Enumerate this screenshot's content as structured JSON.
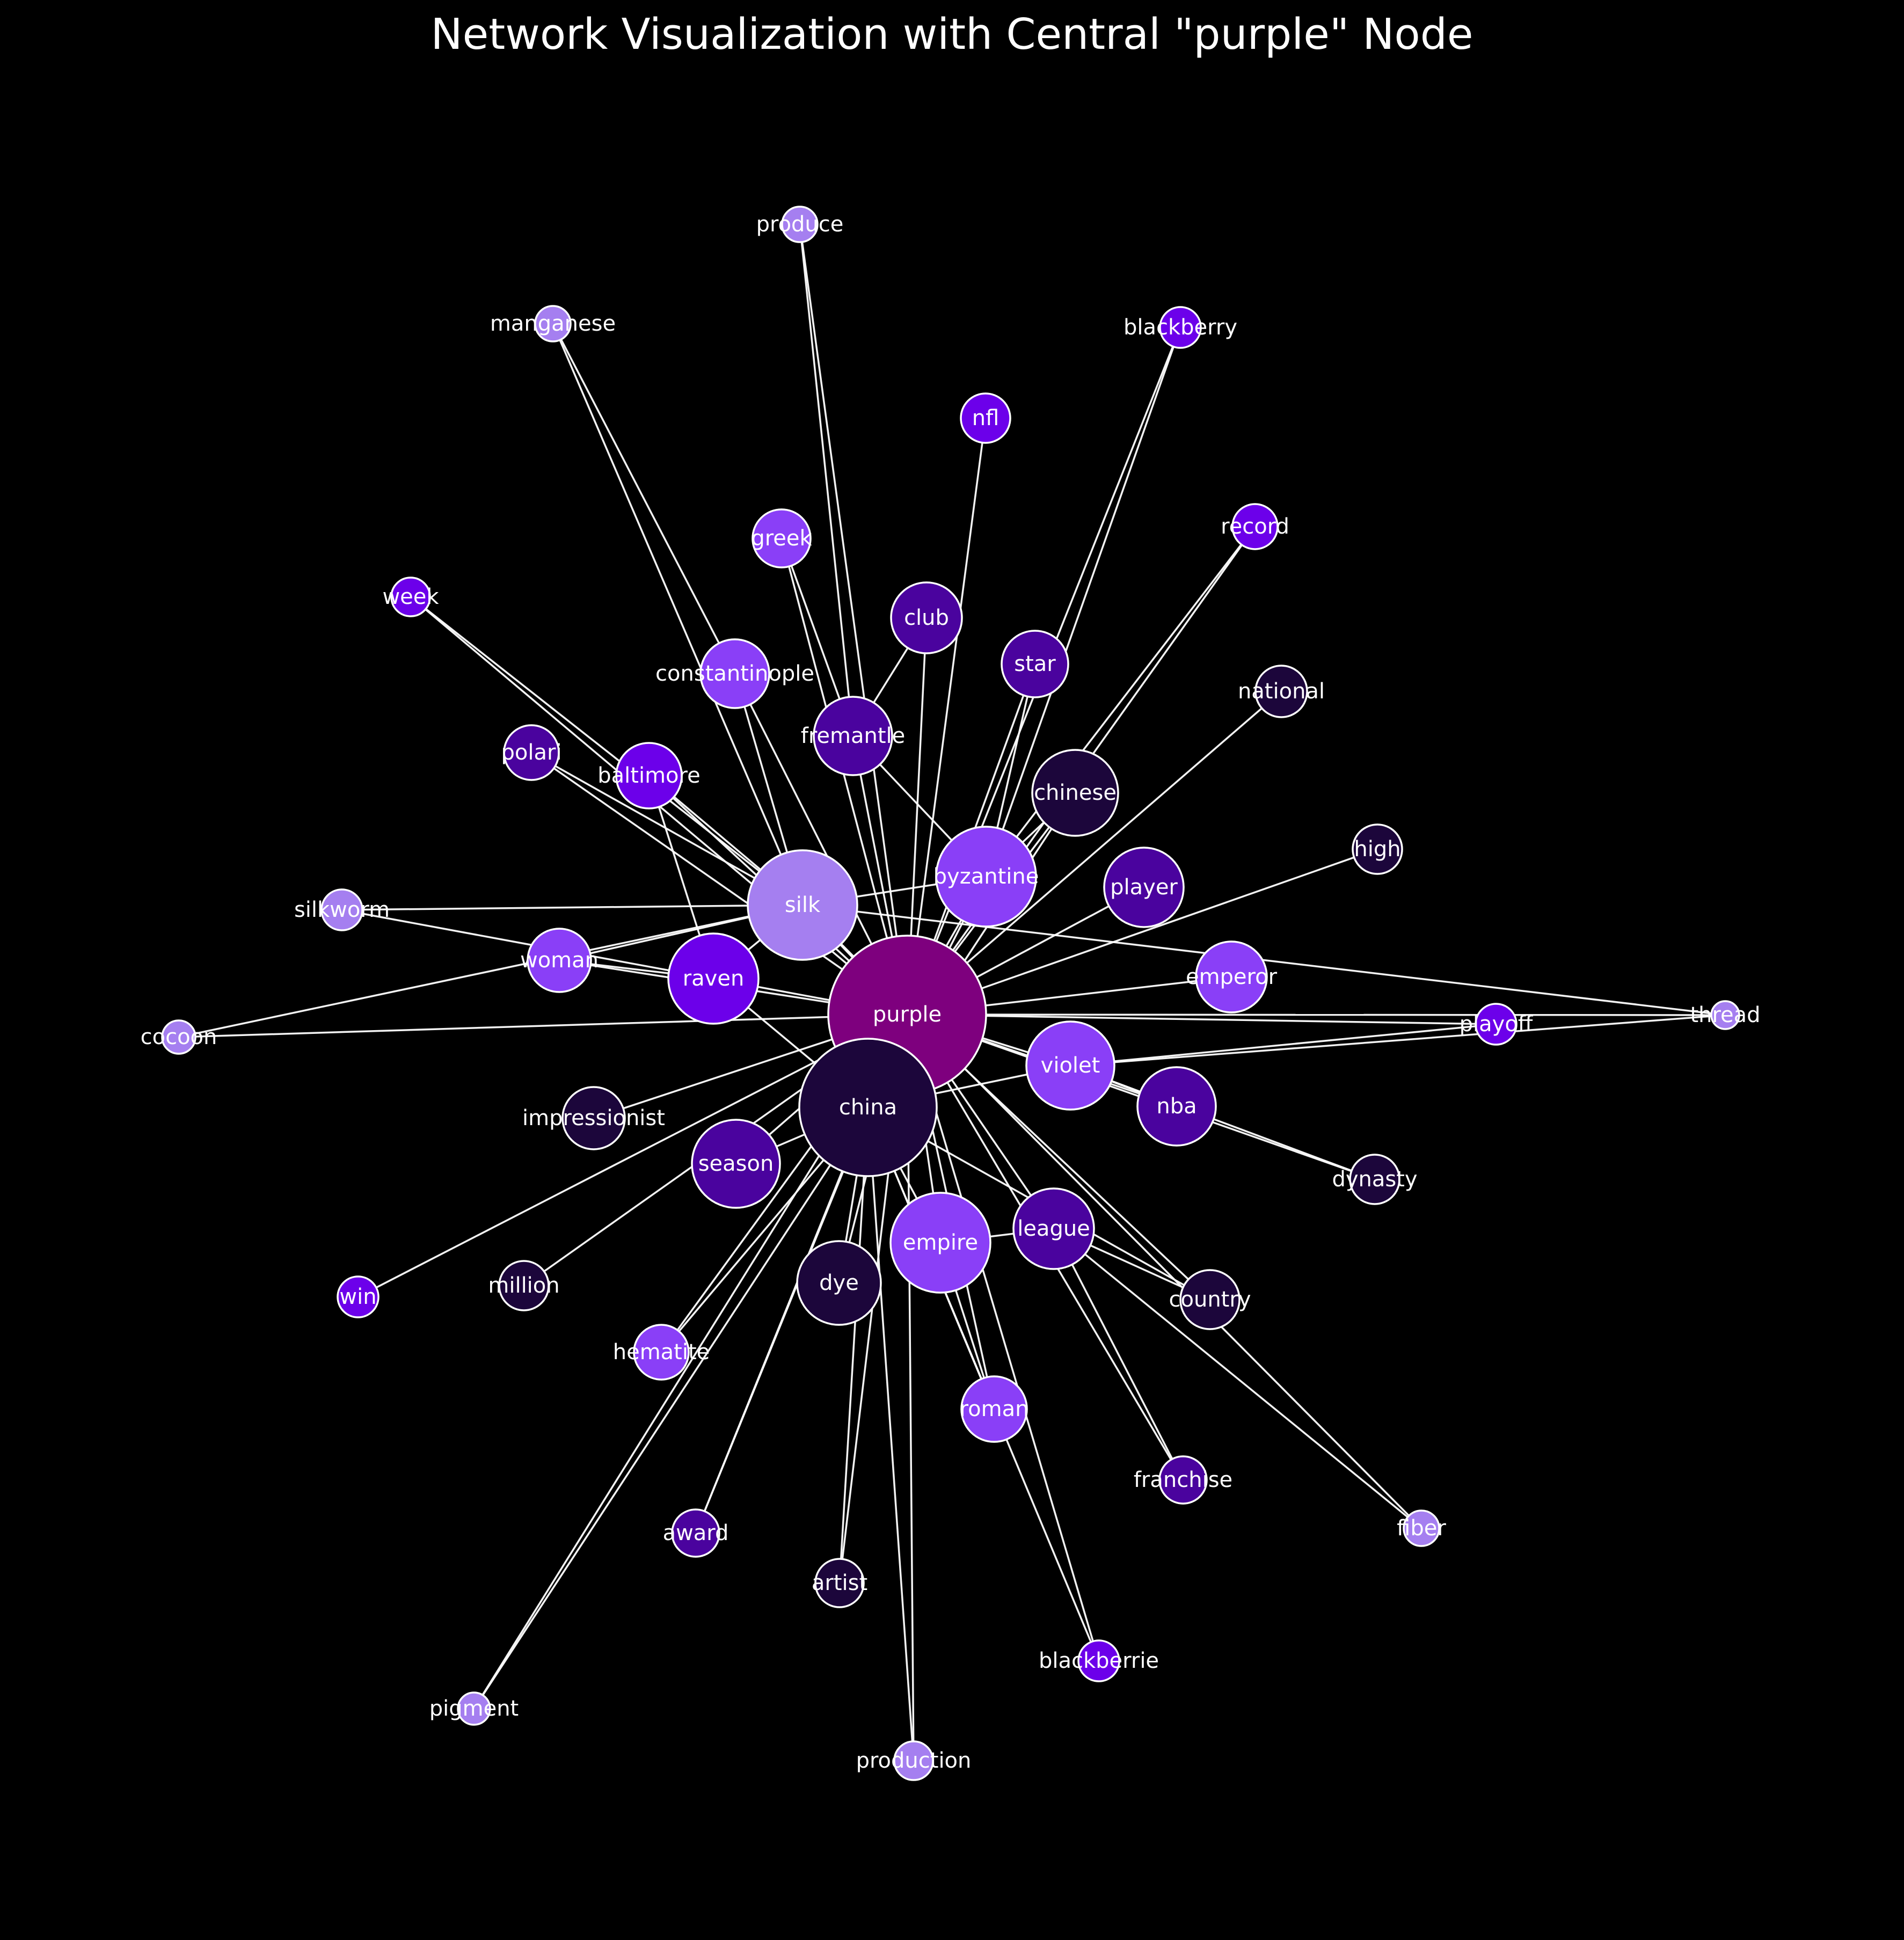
{
  "title": "Network Visualization with Central \"purple\" Node",
  "colors": {
    "background": "#000000",
    "edge": "#ffffff",
    "label": "#ffffff",
    "node_outline": "#ffffff"
  },
  "central_node": "purple",
  "nodes": [
    {
      "id": "purple",
      "color": "#7e007e"
    },
    {
      "id": "china",
      "color": "#1c063b"
    },
    {
      "id": "silk",
      "color": "#a57ff0"
    },
    {
      "id": "byzantine",
      "color": "#8a3ff7"
    },
    {
      "id": "empire",
      "color": "#8a3ff7"
    },
    {
      "id": "raven",
      "color": "#6c00ea"
    },
    {
      "id": "violet",
      "color": "#8a3ff7"
    },
    {
      "id": "chinese",
      "color": "#1c063b"
    },
    {
      "id": "season",
      "color": "#4a039e"
    },
    {
      "id": "league",
      "color": "#4a039e"
    },
    {
      "id": "dye",
      "color": "#1c063b"
    },
    {
      "id": "fremantle",
      "color": "#4a039e"
    },
    {
      "id": "player",
      "color": "#4a039e"
    },
    {
      "id": "nba",
      "color": "#4a039e"
    },
    {
      "id": "constantinople",
      "color": "#8a3ff7"
    },
    {
      "id": "club",
      "color": "#4a039e"
    },
    {
      "id": "baltimore",
      "color": "#6c00ea"
    },
    {
      "id": "emperor",
      "color": "#8a3ff7"
    },
    {
      "id": "star",
      "color": "#4a039e"
    },
    {
      "id": "woman",
      "color": "#8a3ff7"
    },
    {
      "id": "roman",
      "color": "#8a3ff7"
    },
    {
      "id": "greek",
      "color": "#8a3ff7"
    },
    {
      "id": "country",
      "color": "#1c063b"
    },
    {
      "id": "impressionist",
      "color": "#1c063b"
    },
    {
      "id": "national",
      "color": "#1c063b"
    },
    {
      "id": "polari",
      "color": "#4a039e"
    },
    {
      "id": "million",
      "color": "#1c063b"
    },
    {
      "id": "hematite",
      "color": "#8a3ff7"
    },
    {
      "id": "nfl",
      "color": "#6c00ea"
    },
    {
      "id": "artist",
      "color": "#1c063b"
    },
    {
      "id": "award",
      "color": "#4a039e"
    },
    {
      "id": "franchise",
      "color": "#4a039e"
    },
    {
      "id": "high",
      "color": "#1c063b"
    },
    {
      "id": "dynasty",
      "color": "#1c063b"
    },
    {
      "id": "playoff",
      "color": "#6c00ea"
    },
    {
      "id": "record",
      "color": "#6c00ea"
    },
    {
      "id": "blackberry",
      "color": "#6c00ea"
    },
    {
      "id": "blackberrie",
      "color": "#6c00ea"
    },
    {
      "id": "win",
      "color": "#6c00ea"
    },
    {
      "id": "week",
      "color": "#6c00ea"
    },
    {
      "id": "silkworm",
      "color": "#a57ff0"
    },
    {
      "id": "manganese",
      "color": "#a57ff0"
    },
    {
      "id": "produce",
      "color": "#a57ff0"
    },
    {
      "id": "cocoon",
      "color": "#a57ff0"
    },
    {
      "id": "fiber",
      "color": "#a57ff0"
    },
    {
      "id": "pigment",
      "color": "#a57ff0"
    },
    {
      "id": "production",
      "color": "#a57ff0"
    },
    {
      "id": "thread",
      "color": "#a57ff0"
    }
  ],
  "edges": [
    [
      "purple",
      "china"
    ],
    [
      "purple",
      "silk"
    ],
    [
      "purple",
      "byzantine"
    ],
    [
      "purple",
      "empire"
    ],
    [
      "purple",
      "raven"
    ],
    [
      "purple",
      "violet"
    ],
    [
      "purple",
      "chinese"
    ],
    [
      "purple",
      "season"
    ],
    [
      "purple",
      "league"
    ],
    [
      "purple",
      "dye"
    ],
    [
      "purple",
      "fremantle"
    ],
    [
      "purple",
      "player"
    ],
    [
      "purple",
      "nba"
    ],
    [
      "purple",
      "constantinople"
    ],
    [
      "purple",
      "club"
    ],
    [
      "purple",
      "baltimore"
    ],
    [
      "purple",
      "emperor"
    ],
    [
      "purple",
      "star"
    ],
    [
      "purple",
      "woman"
    ],
    [
      "purple",
      "roman"
    ],
    [
      "purple",
      "greek"
    ],
    [
      "purple",
      "country"
    ],
    [
      "purple",
      "impressionist"
    ],
    [
      "purple",
      "national"
    ],
    [
      "purple",
      "polari"
    ],
    [
      "purple",
      "million"
    ],
    [
      "purple",
      "hematite"
    ],
    [
      "purple",
      "nfl"
    ],
    [
      "purple",
      "artist"
    ],
    [
      "purple",
      "award"
    ],
    [
      "purple",
      "franchise"
    ],
    [
      "purple",
      "high"
    ],
    [
      "purple",
      "dynasty"
    ],
    [
      "purple",
      "playoff"
    ],
    [
      "purple",
      "record"
    ],
    [
      "purple",
      "blackberry"
    ],
    [
      "purple",
      "blackberrie"
    ],
    [
      "purple",
      "win"
    ],
    [
      "purple",
      "week"
    ],
    [
      "purple",
      "cocoon"
    ],
    [
      "purple",
      "production"
    ],
    [
      "purple",
      "thread"
    ],
    [
      "purple",
      "produce"
    ],
    [
      "purple",
      "pigment"
    ],
    [
      "silk",
      "silkworm"
    ],
    [
      "silk",
      "manganese"
    ],
    [
      "silk",
      "fiber"
    ],
    [
      "silk",
      "cocoon"
    ],
    [
      "silk",
      "thread"
    ],
    [
      "silk",
      "constantinople"
    ],
    [
      "silk",
      "baltimore"
    ],
    [
      "silk",
      "raven"
    ],
    [
      "silk",
      "woman"
    ],
    [
      "silk",
      "week"
    ],
    [
      "silk",
      "byzantine"
    ],
    [
      "china",
      "chinese"
    ],
    [
      "china",
      "dye"
    ],
    [
      "china",
      "empire"
    ],
    [
      "china",
      "season"
    ],
    [
      "china",
      "hematite"
    ],
    [
      "china",
      "award"
    ],
    [
      "china",
      "artist"
    ],
    [
      "china",
      "pigment"
    ],
    [
      "china",
      "production"
    ],
    [
      "china",
      "roman"
    ],
    [
      "china",
      "blackberrie"
    ],
    [
      "china",
      "violet"
    ],
    [
      "china",
      "country"
    ],
    [
      "china",
      "byzantine"
    ],
    [
      "china",
      "raven"
    ],
    [
      "raven",
      "woman"
    ],
    [
      "raven",
      "baltimore"
    ],
    [
      "raven",
      "silkworm"
    ],
    [
      "byzantine",
      "star"
    ],
    [
      "byzantine",
      "chinese"
    ],
    [
      "byzantine",
      "blackberry"
    ],
    [
      "byzantine",
      "record"
    ],
    [
      "byzantine",
      "fremantle"
    ],
    [
      "violet",
      "nba"
    ],
    [
      "violet",
      "dynasty"
    ],
    [
      "violet",
      "playoff"
    ],
    [
      "violet",
      "thread"
    ],
    [
      "empire",
      "roman"
    ],
    [
      "empire",
      "league"
    ],
    [
      "league",
      "franchise"
    ],
    [
      "league",
      "country"
    ],
    [
      "league",
      "fiber"
    ],
    [
      "fremantle",
      "greek"
    ],
    [
      "fremantle",
      "produce"
    ],
    [
      "fremantle",
      "club"
    ],
    [
      "constantinople",
      "manganese"
    ],
    [
      "polari",
      "silk"
    ]
  ]
}
